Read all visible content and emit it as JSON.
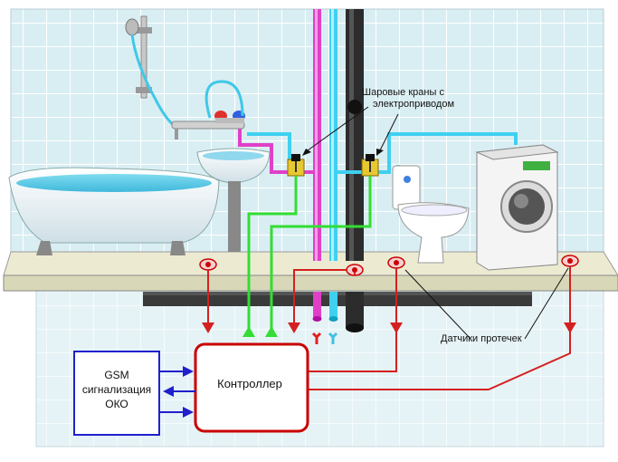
{
  "labels": {
    "valves_line1": "Шаровые краны с",
    "valves_line2": "электроприводом",
    "sensors": "Датчики протечек",
    "controller": "Контроллер",
    "gsm_line1": "GSM",
    "gsm_line2": "сигнализация",
    "gsm_line3": "ОКО"
  },
  "colors": {
    "wall_tile": "#d9eef3",
    "tile_grout": "#ffffff",
    "floor": "#e4e4c8",
    "hot_pipe": "#e040c8",
    "cold_pipe": "#40d0f0",
    "drain_pipe": "#303030",
    "sensor_line": "#d42020",
    "valve_line": "#33dd33",
    "gsm_line": "#2020cc",
    "controller_border": "#c80000",
    "gsm_border": "#2020cc"
  },
  "icons": [
    "shower-icon",
    "bathtub-icon",
    "sink-icon",
    "faucet-icon",
    "toilet-icon",
    "washing-machine-icon",
    "ball-valve-icon",
    "leak-sensor-icon"
  ]
}
